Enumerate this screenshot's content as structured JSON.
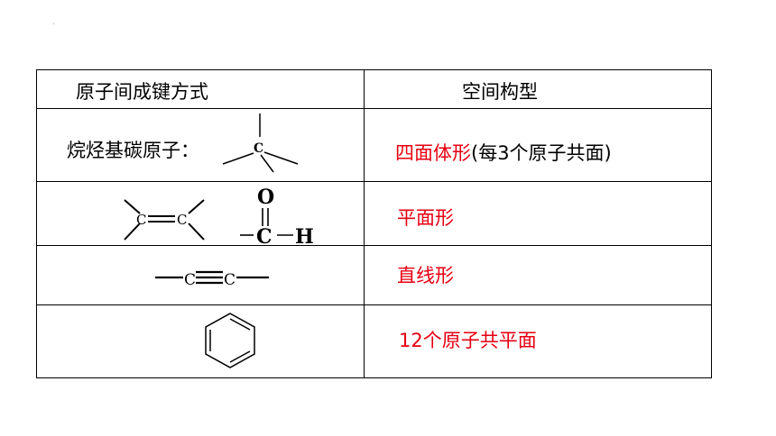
{
  "corner_mark": ".",
  "table": {
    "header": {
      "col1": "原子间成键方式",
      "col2": "空间构型"
    },
    "rows": [
      {
        "left_label": "烷烃基碳原子：",
        "left_atoms": [
          "C"
        ],
        "right_red": "四面体形",
        "right_black": "(每3个原子共面)"
      },
      {
        "left_atoms": [
          "C",
          "C",
          "O",
          "C",
          "H"
        ],
        "right_red": "平面形"
      },
      {
        "left_atoms": [
          "C",
          "C"
        ],
        "right_red": "直线形"
      },
      {
        "left_structure": "benzene-ring",
        "right_red": "12个原子共平面"
      }
    ]
  },
  "colors": {
    "answer": "#e60012",
    "text": "#000000",
    "border": "#000000"
  }
}
